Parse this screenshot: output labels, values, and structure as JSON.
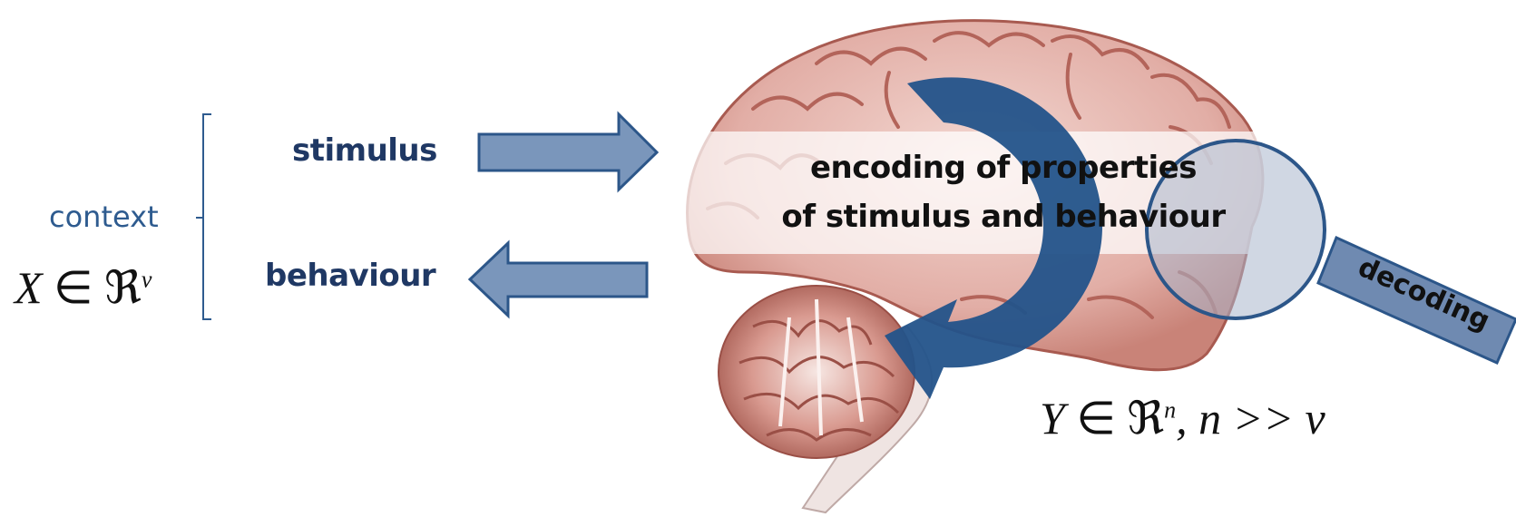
{
  "left": {
    "context_label": "context",
    "x_var": "X",
    "x_set_symbol": "∈ ℜ",
    "x_exponent": "v",
    "stimulus_label": "stimulus",
    "behaviour_label": "behaviour"
  },
  "brain": {
    "encoding_line1": "encoding of properties",
    "encoding_line2": "of stimulus and behaviour",
    "decoding_label": "decoding",
    "y_var": "Y",
    "y_set_symbol": "∈ ℜ",
    "y_exponent": "n",
    "y_condition": ",  n >> v"
  },
  "colors": {
    "arrow_fill": "#7a96bb",
    "arrow_stroke": "#2c5689",
    "cycle_arrow": "#23538a",
    "band": "#ffffff",
    "brain_base": "#e4b7b0",
    "brain_fold": "#b96a60"
  }
}
